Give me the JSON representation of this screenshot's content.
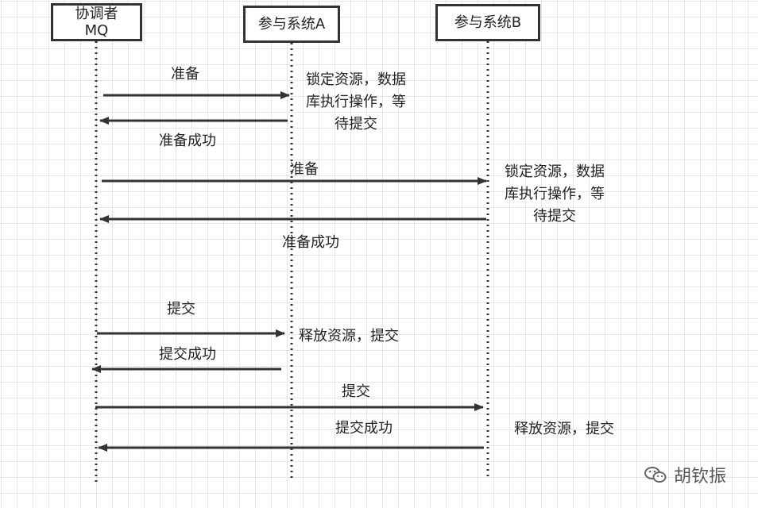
{
  "participants": {
    "mq": "协调者\nMQ",
    "a": "参与系统A",
    "b": "参与系统B"
  },
  "messages": {
    "m1": "准备",
    "m2": "准备成功",
    "m3": "准备",
    "m4": "准备成功",
    "m5": "提交",
    "m6": "提交成功",
    "m7": "提交",
    "m8": "提交成功"
  },
  "notes": {
    "a_lock": "锁定资源，数据库执行操作，等待提交",
    "b_lock": "锁定资源，数据库执行操作，等待提交",
    "a_release": "释放资源，提交",
    "b_release": "释放资源，提交"
  },
  "watermark": "胡钦振",
  "watermark_icon": "wechat-icon"
}
